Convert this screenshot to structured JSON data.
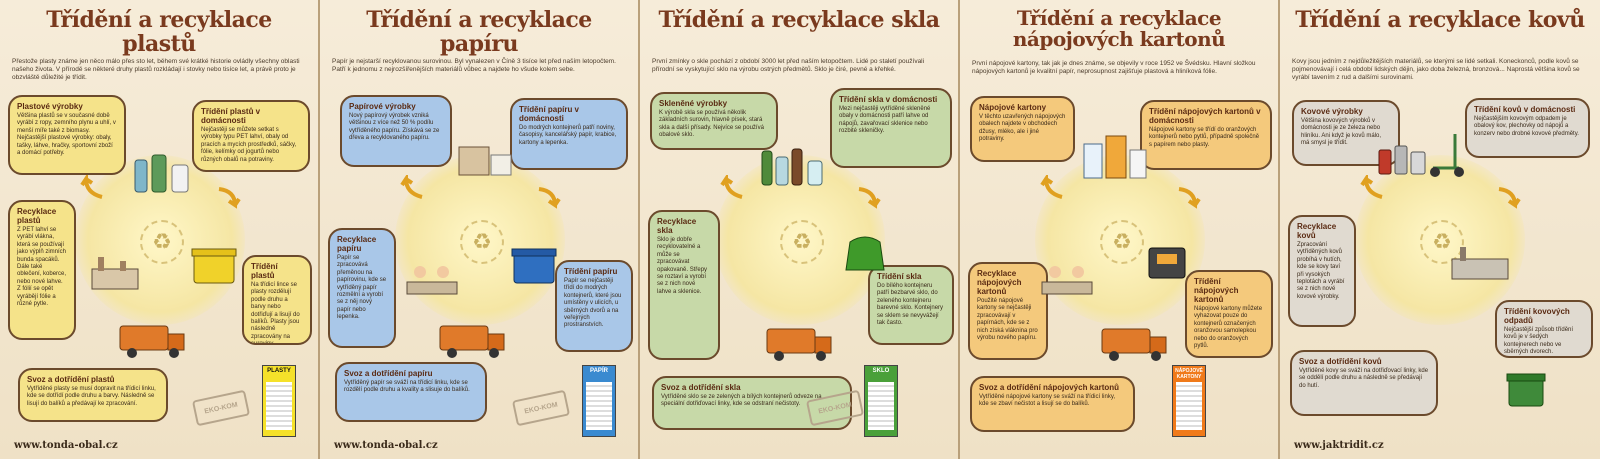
{
  "panels": [
    {
      "title": "Třídění a recyklace plastů",
      "intro": "Přestože plasty známe jen něco málo přes sto let, během své krátké historie ovládly všechny oblasti našeho života. V přírodě se některé druhy plastů rozkládají i stovky nebo tisíce let, a právě proto je obzvláště důležité je třídit.",
      "b1_title": "Plastové výrobky",
      "b1_text": "Většina plastů se v současné době vyrábí z ropy, zemního plynu a uhlí, v menší míře také z biomasy. Nejčastější plastové výrobky: obaly, tašky, láhve, hračky, sportovní zboží a domácí potřeby.",
      "b2_title": "Třídění plastů v domácnosti",
      "b2_text": "Nejčastěji se můžete setkat s výrobky typu PET lahví, obaly od pracích a mycích prostředků, sáčky, fólie, kelímky od jogurtů nebo různých obalů na potraviny.",
      "b3_title": "Recyklace plastů",
      "b3_text": "Z PET lahví se vyrábí vlákna, která se používají jako výplň zimních bunda spacáků. Dále také oblečení, koberce, nebo nové lahve. Z fólií se opět vyrábějí fólie a různé pytle.",
      "b4_title": "Třídění plastů",
      "b4_text": "Na třídicí lince se plasty rozdělují podle druhu a barvy nebo dotřiďují a lisují do balíků. Plasty jsou následně zpracovány na suroviny.",
      "b5_title": "Svoz a dotřídění plastů",
      "b5_text": "Vytříděné plasty se musí dopravit na třídicí linku, kde se dotřídí podle druhu a barvy. Následně se lisují do balíků a předávají ke zpracování.",
      "url": "www.tonda-obal.cz",
      "label": "PLASTY",
      "stamp": "EKO-KOM"
    },
    {
      "title": "Třídění a recyklace papíru",
      "intro": "Papír je nejstarší recyklovanou surovinou. Byl vynalezen v Číně 3 tisíce let před naším letopočtem. Patří k jednomu z nejrozšířenějších materiálů vůbec a najdete ho všude kolem sebe.",
      "b1_title": "Papírové výrobky",
      "b1_text": "Nový papírový výrobek vzniká většinou z více než 50 % podílu vytříděného papíru. Získává se ze dřeva a recyklovaného papíru.",
      "b2_title": "Třídění papíru v domácnosti",
      "b2_text": "Do modrých kontejnerů patří noviny, časopisy, kancelářský papír, krabice, kartony a lepenka.",
      "b3_title": "Recyklace papíru",
      "b3_text": "Papír se zpracovává přeměnou na papírovinu, kde se vytříděný papír rozmělní a vyrobí se z něj nový papír nebo lepenka.",
      "b4_title": "Třídění papíru",
      "b4_text": "Papír se nejčastěji třídí do modrých kontejnerů, které jsou umístěny v ulicích, u sběrných dvorů a na veřejných prostranstvích.",
      "b5_title": "Svoz a dotřídění papíru",
      "b5_text": "Vytříděný papír se sváží na třídicí linku, kde se rozdělí podle druhu a kvality a slisuje do balíků.",
      "url": "www.tonda-obal.cz",
      "label": "PAPÍR",
      "stamp": "EKO-KOM"
    },
    {
      "title": "Třídění a recyklace skla",
      "intro": "První zmínky o skle pochází z období 3000 let před naším letopočtem. Lidé po staletí používali přírodní se vyskytující sklo na výrobu ostrých předmětů. Sklo je čiré, pevné a křehké.",
      "b1_title": "Skleněné výrobky",
      "b1_text": "K výrobě skla se používá několik základních surovin, hlavně písek, stará skla a další přísady. Nejvíce se používá obalové sklo.",
      "b2_title": "Třídění skla v domácnosti",
      "b2_text": "Mezi nejčastěji vytříděné skleněné obaly v domácnosti patří lahve od nápojů, zavařovací sklenice nebo rozbité skleničky.",
      "b3_title": "Recyklace skla",
      "b3_text": "Sklo je dobře recyklovatelné a může se zpracovávat opakovaně. Střepy se roztaví a vyrobí se z nich nové lahve a sklenice.",
      "b4_title": "Třídění skla",
      "b4_text": "Do bílého kontejneru patří bezbarvé sklo, do zeleného kontejneru barevné sklo. Kontejnery se sklem se nevyvážejí tak často.",
      "b5_title": "Svoz a dotřídění skla",
      "b5_text": "Vytříděné sklo se ze zelených a bílých kontejnerů odveze na speciální dotřiďovací linky, kde se odstraní nečistoty.",
      "url": "",
      "label": "SKLO",
      "stamp": "EKO-KOM"
    },
    {
      "title": "Třídění a recyklace nápojových kartonů",
      "intro": "První nápojové kartony, tak jak je dnes známe, se objevily v roce 1952 ve Švédsku. Hlavní složkou nápojových kartonů je kvalitní papír, neprosupnost zajišťuje plastová a hliníková fólie.",
      "b1_title": "Nápojové kartony",
      "b1_text": "V těchto uzavřených nápojových obalech najdete v obchodech džusy, mléko, ale i jiné potraviny.",
      "b2_title": "Třídění nápojových kartonů v domácnosti",
      "b2_text": "Nápojové kartony se třídí do oranžových kontejnerů nebo pytlů, případně společně s papírem nebo plasty.",
      "b3_title": "Recyklace nápojových kartonů",
      "b3_text": "Použité nápojové kartony se nejčastěji zpracovávají v papírnách, kde se z nich získá vláknina pro výrobu nového papíru.",
      "b4_title": "Třídění nápojových kartonů",
      "b4_text": "Nápojové kartony můžete vyhazovat pouze do kontejnerů označených oranžovou samolepkou nebo do oranžových pytlů.",
      "b5_title": "Svoz a dotřídění nápojových kartonů",
      "b5_text": "Vytříděné nápojové kartony se sváží na třídicí linky, kde se zbaví nečistot a lisují se do balíků.",
      "url": "",
      "label": "NÁPOJOVÉ KARTONY",
      "stamp": ""
    },
    {
      "title": "Třídění a recyklace kovů",
      "intro": "Kovy jsou jedním z nejdůležitějších materiálů, se kterými se lidé setkali. Koneckonců, podle kovů se pojmenovávají i celá období lidských dějin, jako doba železná, bronzová... Naprostá většina kovů se vyrábí tavením z rud a dalšími surovinami.",
      "b1_title": "Kovové výrobky",
      "b1_text": "Většina kovových výrobků v domácnosti je ze železa nebo hliníku. Ani když je kovů málo, má smysl je třídit.",
      "b2_title": "Třídění kovů v domácnosti",
      "b2_text": "Nejčastějším kovovým odpadem je obalový kov, plechovky od nápojů a konzerv nebo drobné kovové předměty.",
      "b3_title": "Recyklace kovů",
      "b3_text": "Zpracování vytříděných kovů probíhá v hutích, kde se kovy taví při vysokých teplotách a vyrábí se z nich nové kovové výrobky.",
      "b4_title": "Třídění kovových odpadů",
      "b4_text": "Nejčastější způsob třídění kovů je v šedých kontejnerech nebo ve sběrných dvorech.",
      "b5_title": "Svoz a dotřídění kovů",
      "b5_text": "Vytříděné kovy se sváží na dotřiďovací linky, kde se oddělí podle druhu a následně se předávají do hutí.",
      "url": "www.jaktridit.cz",
      "label": "",
      "stamp": ""
    }
  ],
  "colors": {
    "plast": "#f5e38a",
    "papir": "#a9c7e8",
    "sklo": "#c7d9a8",
    "karton": "#f4c97c",
    "kov": "#e0dad0",
    "title": "#7a3a1e"
  }
}
